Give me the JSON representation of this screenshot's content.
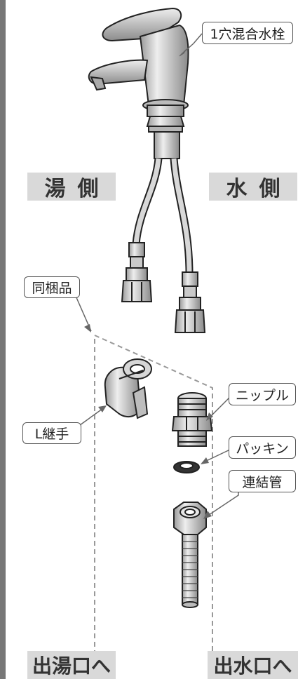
{
  "labels": {
    "faucet": "1穴混合水栓",
    "hot_side": [
      "湯",
      "側"
    ],
    "cold_side": [
      "水",
      "側"
    ],
    "bundled": "同梱品",
    "nipple": "ニップル",
    "l_joint": "L継手",
    "packing": "パッキン",
    "connector_pipe": "連結管",
    "hot_outlet": "出湯口へ",
    "cold_outlet": "出水口へ"
  },
  "colors": {
    "border": "#555555",
    "label_bg": "#d9d9d9",
    "metal": "#c8c8c8",
    "dashed": "#999999"
  }
}
